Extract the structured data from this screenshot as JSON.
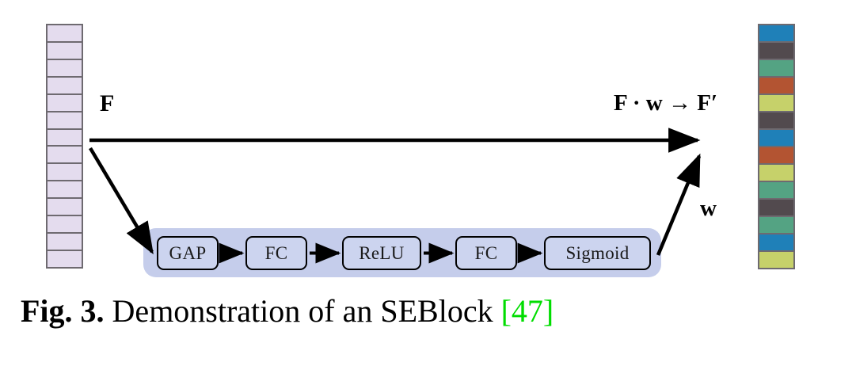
{
  "figure": {
    "caption_label": "Fig. 3.",
    "caption_text": " Demonstration of an SEBlock ",
    "caption_citation": "[47]",
    "citation_color": "#00dd00"
  },
  "input_feature_map": {
    "name": "F",
    "label": "F",
    "cell_count": 14,
    "fill_color": "#e4dcee",
    "border_color": "#6e6a70"
  },
  "output_feature_map": {
    "name": "F'",
    "cell_count": 14,
    "border_color": "#6e6a70",
    "cell_colors": [
      "#1f80b8",
      "#524a4e",
      "#54a383",
      "#b35432",
      "#c6d16a",
      "#524a4e",
      "#1f80b8",
      "#b35432",
      "#c6d16a",
      "#54a383",
      "#524a4e",
      "#54a383",
      "#1f80b8",
      "#c6d16a"
    ]
  },
  "se_block": {
    "container_color": "#c5cdeb",
    "stage_fill_color": "#ccd4ef",
    "stage_border_color": "#000000",
    "stages": [
      {
        "id": "gap",
        "label": "GAP"
      },
      {
        "id": "fc1",
        "label": "FC"
      },
      {
        "id": "relu",
        "label": "ReLU"
      },
      {
        "id": "fc2",
        "label": "FC"
      },
      {
        "id": "sigmoid",
        "label": "Sigmoid"
      }
    ]
  },
  "annotations": {
    "input_label": "F",
    "output_formula": "F · w → F′",
    "weight_label": "w"
  }
}
